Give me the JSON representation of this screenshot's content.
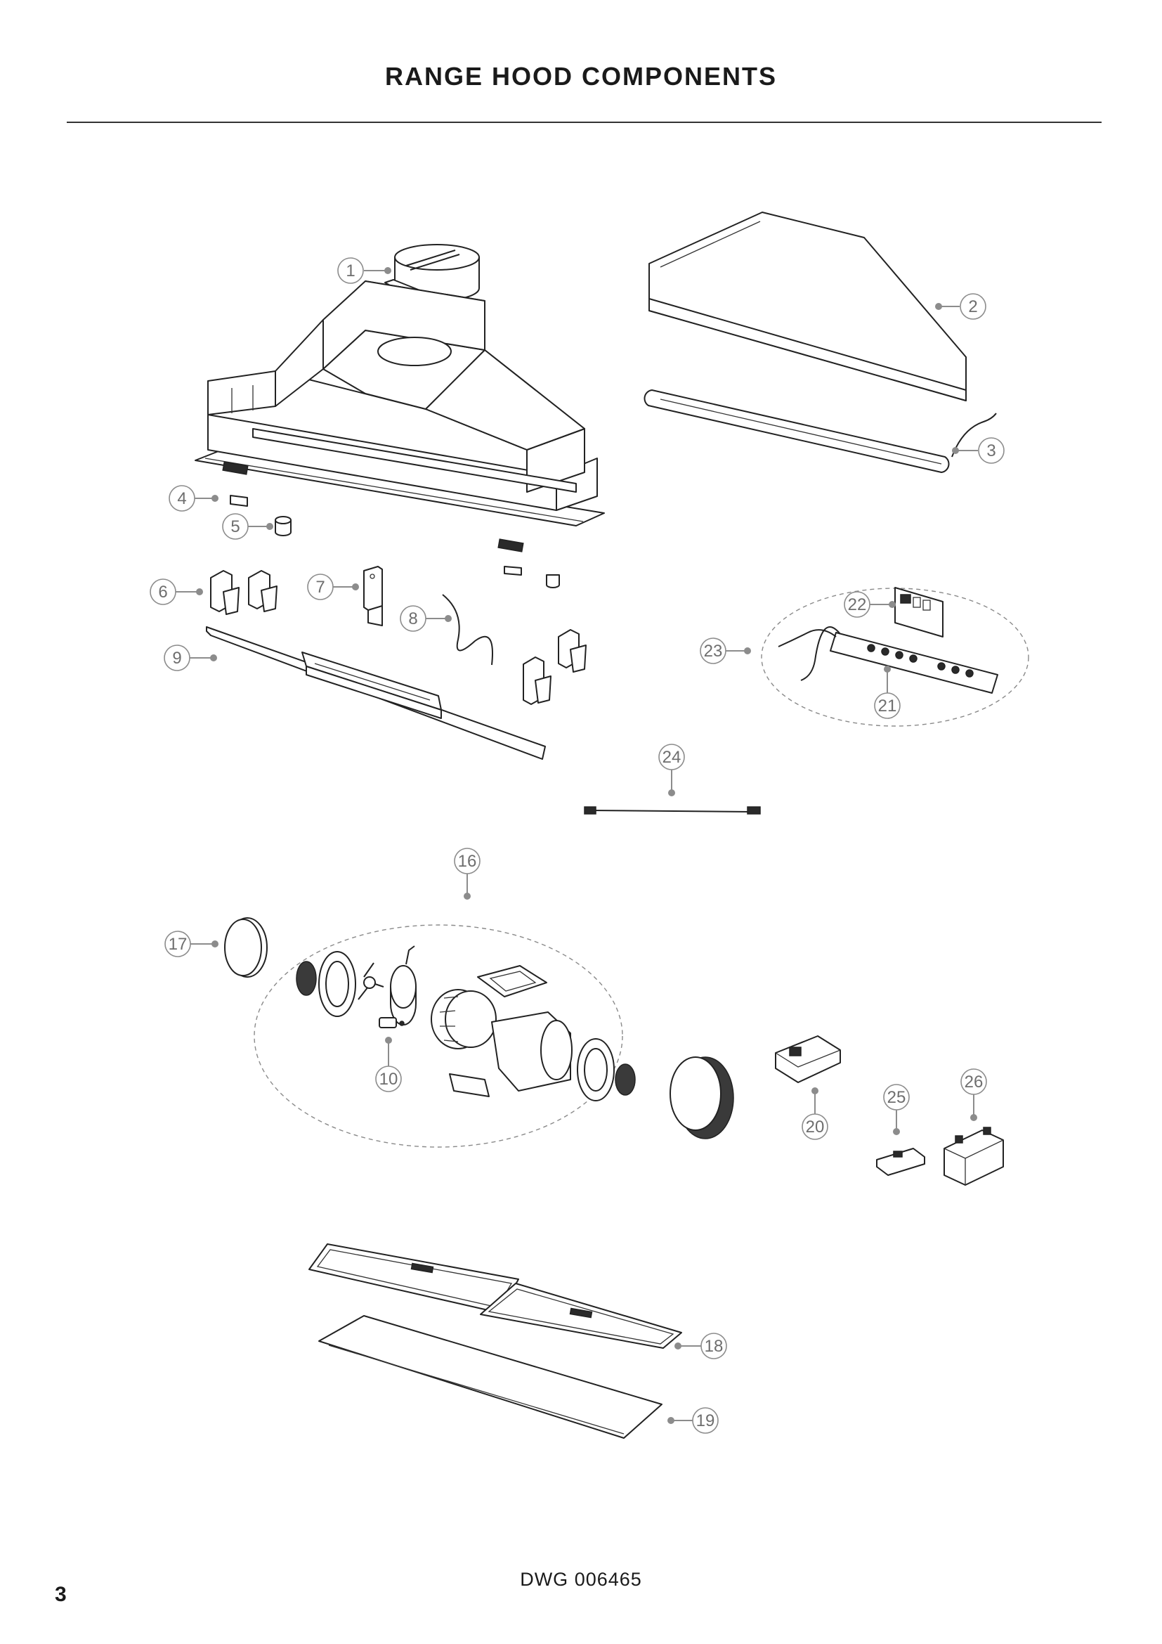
{
  "page": {
    "title": "RANGE HOOD COMPONENTS",
    "drawing_number": "DWG 006465",
    "page_number": "3"
  },
  "callouts": [
    "1",
    "2",
    "3",
    "4",
    "5",
    "6",
    "7",
    "8",
    "9",
    "10",
    "16",
    "17",
    "18",
    "19",
    "20",
    "21",
    "22",
    "23",
    "24",
    "25",
    "26"
  ],
  "colors": {
    "line": "#222222",
    "callout": "#8c8c8c",
    "text": "#1a1a1a"
  }
}
